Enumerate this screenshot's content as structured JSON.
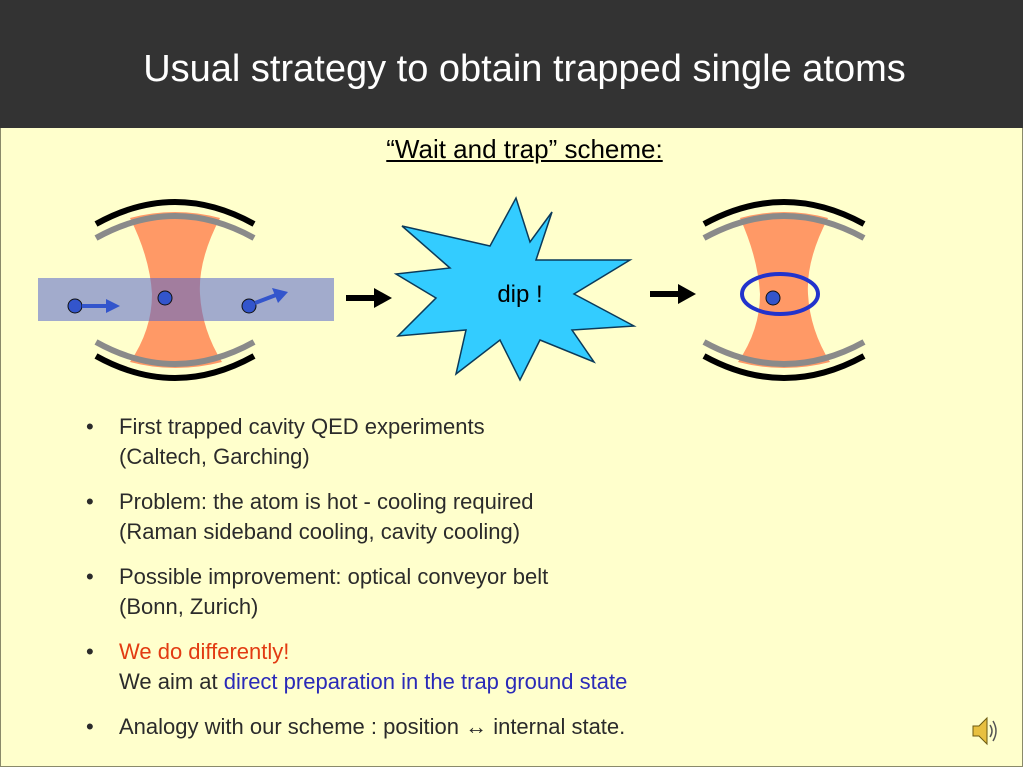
{
  "slide": {
    "title": "Usual strategy to obtain trapped single atoms",
    "subtitle": "“Wait and trap” scheme:"
  },
  "diagram": {
    "burst_label": "dip !"
  },
  "bullets": [
    {
      "line1": "First trapped cavity QED experiments",
      "line2": "(Caltech, Garching)"
    },
    {
      "line1": "Problem: the atom is hot - cooling required",
      "line2": "(Raman sideband cooling, cavity cooling)"
    },
    {
      "line1": "Possible improvement: optical conveyor belt",
      "line2": "(Bonn, Zurich)"
    },
    {
      "line1": "We do differently!",
      "line2_prefix": "We aim at ",
      "line2_highlight": "direct preparation in the trap ground state"
    },
    {
      "text_before": "Analogy with our scheme : position ",
      "symbol": "↔",
      "text_after": " internal state."
    }
  ],
  "bullet_char": "•",
  "colors": {
    "header": "#333333",
    "background": "#ffffcc",
    "emphasis_red": "#e23b12",
    "emphasis_blue": "#2a2ab8",
    "burst": "#33ccff",
    "trap_beam": "#ff9966",
    "atom": "#3355cc"
  },
  "icons": {
    "speaker": "speaker-icon",
    "arrows": "right-arrow-icon"
  }
}
